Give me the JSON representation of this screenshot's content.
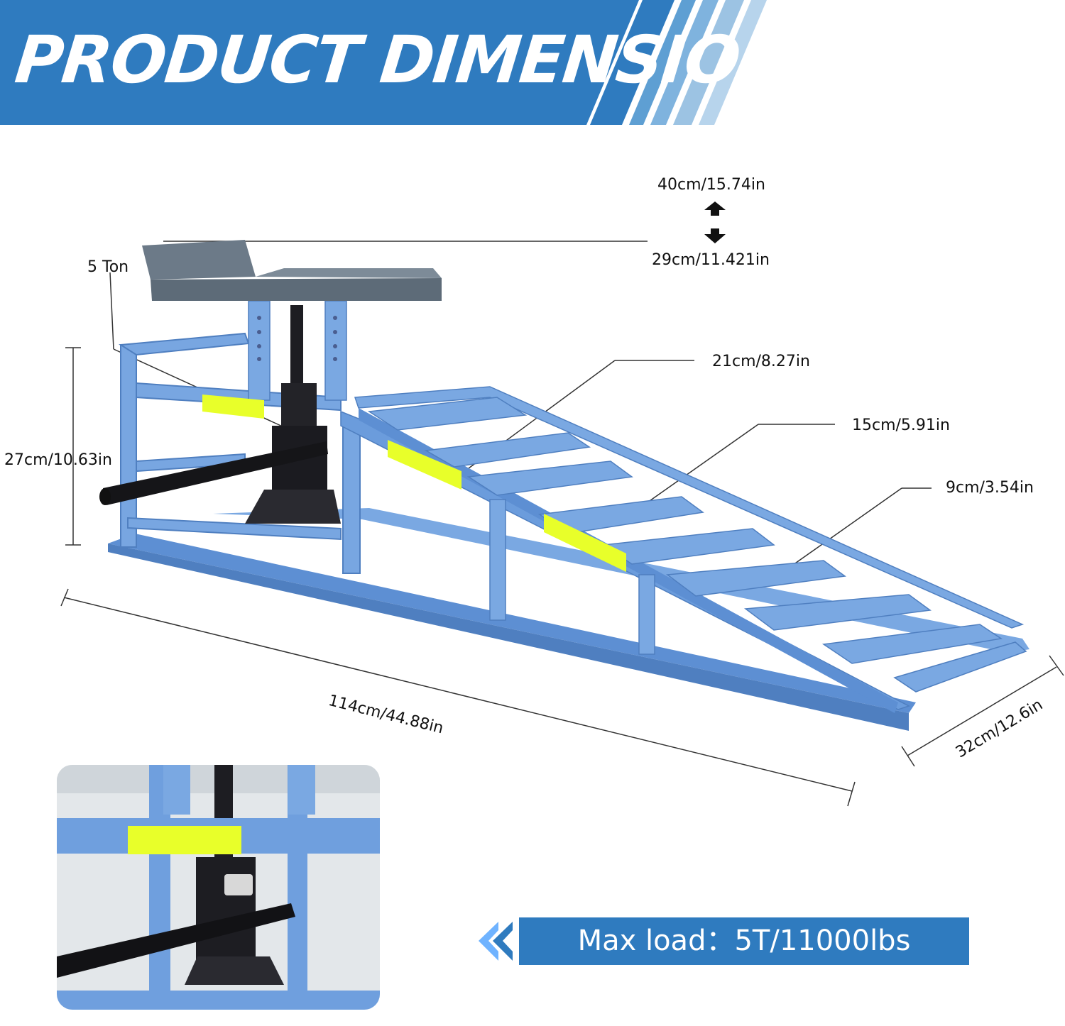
{
  "banner": {
    "title": "PRODUCT DIMENSION",
    "colors": {
      "primary": "#2f7bbf",
      "stripe_light": "#9cc3e3",
      "stripe_mid": "#5e9fd3"
    }
  },
  "labels": {
    "max_height": "40cm/15.74in",
    "min_height": "29cm/11.421in",
    "capacity": "5 Ton",
    "width_top": "21cm/8.27in",
    "width_mid": "15cm/5.91in",
    "width_low": "9cm/3.54in",
    "frame_height": "27cm/10.63in",
    "length": "114cm/44.88in",
    "width": "32cm/12.6in"
  },
  "footer": {
    "max_load": "Max load：5T/11000lbs"
  },
  "icons": {
    "height_arrows": "up-down-arrows-icon",
    "chevron": "double-chevron-left-icon"
  },
  "colors": {
    "ramp_blue": "#6f9fde",
    "ramp_dark": "#4f7fc0",
    "reflector": "#e8ff2a",
    "jack": "#1d1d22",
    "saddle": "#5d6b78"
  }
}
